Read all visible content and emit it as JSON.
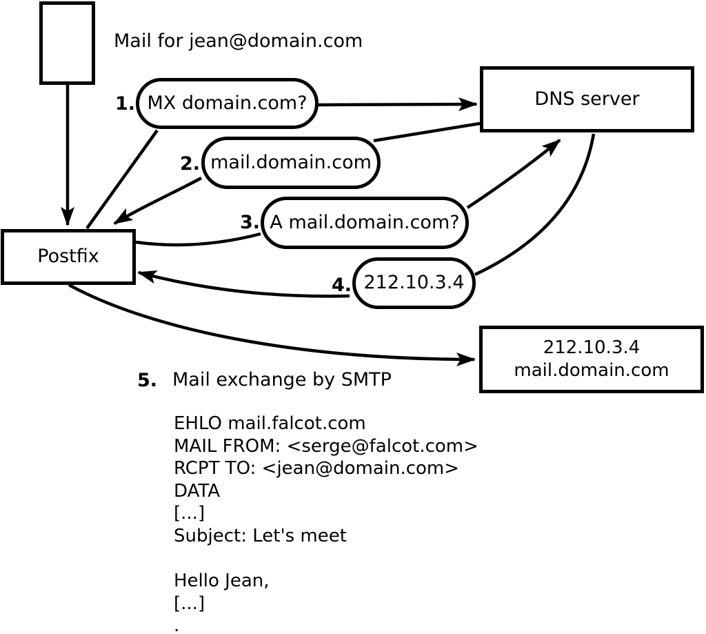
{
  "note": "Mail for jean@domain.com",
  "nodes": {
    "postfix": {
      "label": "Postfix"
    },
    "dns": {
      "label": "DNS server"
    },
    "mail_server": {
      "ip": "212.10.3.4",
      "hostname": "mail.domain.com"
    }
  },
  "steps": [
    {
      "num": "1.",
      "label": "MX domain.com?"
    },
    {
      "num": "2.",
      "label": "mail.domain.com"
    },
    {
      "num": "3.",
      "label": "A mail.domain.com?"
    },
    {
      "num": "4.",
      "label": "212.10.3.4"
    },
    {
      "num": "5.",
      "label": "Mail exchange by SMTP"
    }
  ],
  "smtp_session": {
    "lines": [
      "EHLO mail.falcot.com",
      "MAIL FROM: <serge@falcot.com>",
      "RCPT TO: <jean@domain.com>",
      "DATA",
      "[...]",
      "Subject: Let's meet",
      "",
      "Hello Jean,",
      "[...]",
      "."
    ]
  },
  "colors": {
    "ink": "#000000",
    "background": "#ffffff"
  }
}
